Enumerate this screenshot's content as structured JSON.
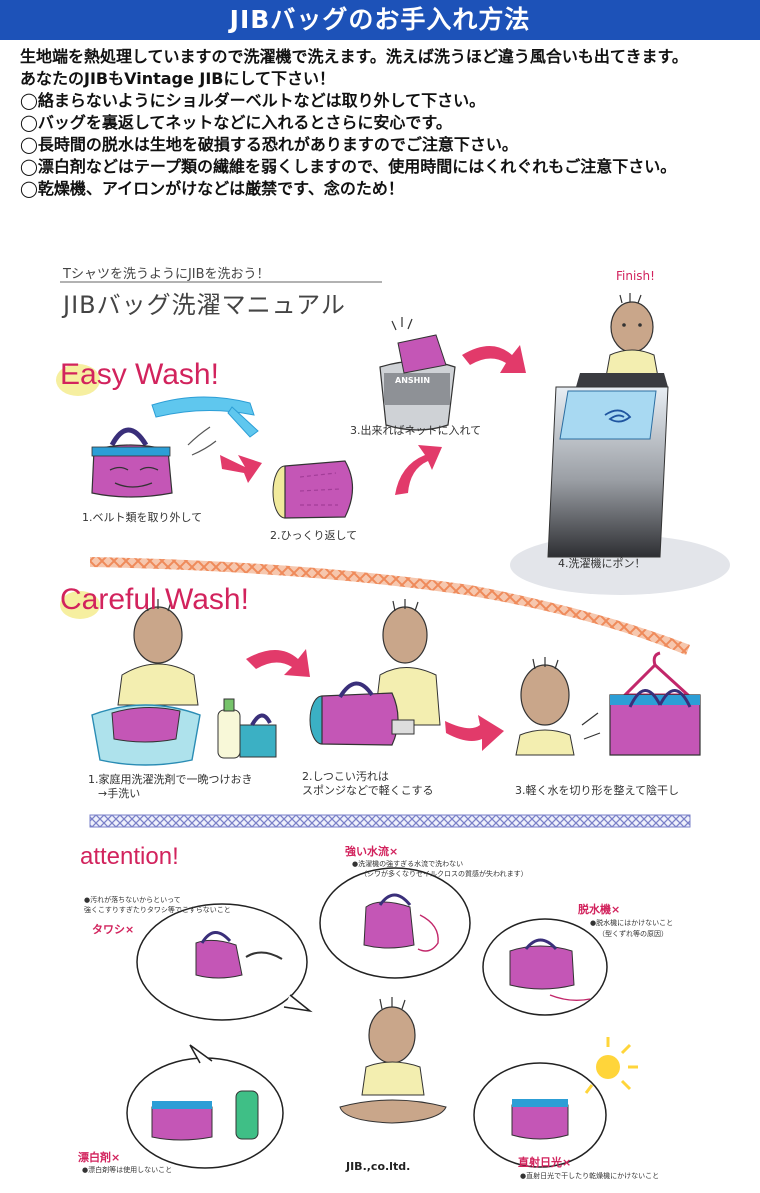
{
  "banner": {
    "title": "JIBバッグのお手入れ方法"
  },
  "intro": {
    "lead": "生地端を熱処理していますので洗濯機で洗えます。洗えば洗うほど違う風合いも出てきます。",
    "vintage": "あなたのJIBもVintage JIBにして下さい！",
    "notes": [
      "◯絡まらないようにショルダーベルトなどは取り外して下さい。",
      "◯バッグを裏返してネットなどに入れるとさらに安心です。",
      "◯長時間の脱水は生地を破損する恐れがありますのでご注意下さい。",
      "◯漂白剤などはテープ類の繊維を弱くしますので、使用時間にはくれぐれもご注意下さい。",
      "◯乾燥機、アイロンがけなどは厳禁です、念のため！"
    ]
  },
  "manual": {
    "subtitle": "Tシャツを洗うようにJIBを洗おう！",
    "title": "JIBバッグ洗濯マニュアル",
    "finish": "Finish!",
    "net_label": "ANSHIN",
    "easy": {
      "heading": "Easy Wash!",
      "steps": [
        "1.ベルト類を取り外して",
        "2.ひっくり返して",
        "3.出来ればネットに入れて",
        "4.洗濯機にポン！"
      ]
    },
    "careful": {
      "heading": "Careful Wash!",
      "step1_line1": "1.家庭用洗濯洗剤で一晩つけおき",
      "step1_line2": "→手洗い",
      "step2_line1": "2.しつこい汚れは",
      "step2_line2": "スポンジなどで軽くこする",
      "step3": "3.軽く水を切り形を整えて陰干し"
    },
    "attention": {
      "heading": "attention!",
      "tawashi": {
        "title": "タワシ×",
        "line1": "●汚れが落ちないからといって",
        "line2": "強くこすりすぎたりタワシ等でこすらないこと"
      },
      "water": {
        "title": "強い水流×",
        "line1": "●洗濯機の強すぎる水流で洗わない",
        "line2": "（シワが多くなりセイルクロスの質感が失われます）"
      },
      "spin": {
        "title": "脱水機×",
        "line1": "●脱水機にはかけないこと",
        "line2": "（型くずれ等の原因）"
      },
      "bleach": {
        "title": "漂白剤×",
        "line1": "●漂白剤等は使用しないこと"
      },
      "sun": {
        "title": "直射日光×",
        "line1": "●直射日光で干したり乾燥機にかけないこと"
      }
    },
    "footer": "JIB.,co.ltd."
  },
  "colors": {
    "banner": "#1d52b8",
    "accent": "#d2235d",
    "bag": "#c456b6",
    "trim": "#2c9ed6",
    "arrow": "#e23a6a"
  }
}
